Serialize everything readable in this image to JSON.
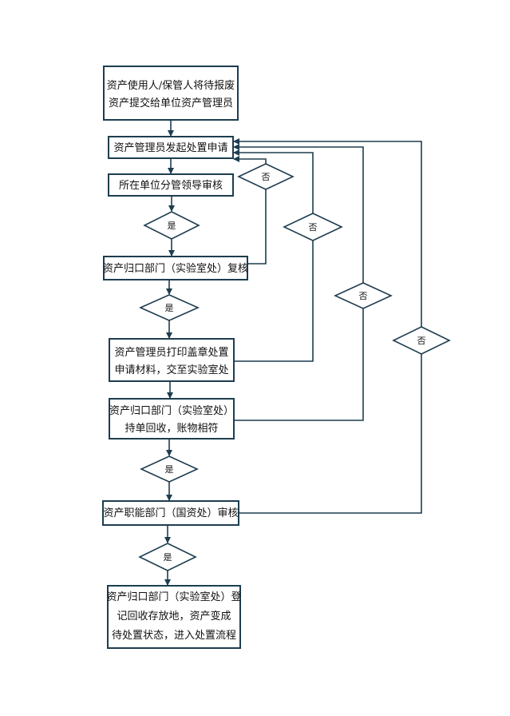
{
  "colors": {
    "box_border": "#1d3d4f",
    "diamond_border": "#1d3d4f",
    "line": "#1d3d4f",
    "text": "#111111"
  },
  "steps": [
    {
      "id": "s1",
      "lines": [
        "资产使用人/保管人将待报废",
        "资产提交给单位资产管理员"
      ]
    },
    {
      "id": "s2",
      "lines": [
        "资产管理员发起处置申请"
      ]
    },
    {
      "id": "s3",
      "lines": [
        "所在单位分管领导审核"
      ]
    },
    {
      "id": "s4",
      "lines": [
        "资产归口部门（实验室处）复核"
      ]
    },
    {
      "id": "s5",
      "lines": [
        "资产管理员打印盖章处置",
        "申请材料，交至实验室处"
      ]
    },
    {
      "id": "s6",
      "lines": [
        "资产归口部门（实验室处）",
        "持单回收，账物相符"
      ]
    },
    {
      "id": "s7",
      "lines": [
        "资产职能部门（国资处）审核"
      ]
    },
    {
      "id": "s8",
      "lines": [
        "资产归口部门（实验室处）登",
        "记回收存放地，资产变成",
        "待处置状态，进入处置流程"
      ]
    }
  ],
  "decisions": {
    "yes": [
      "是",
      "是",
      "是",
      "是"
    ],
    "no": [
      "否",
      "否",
      "否",
      "否"
    ]
  }
}
